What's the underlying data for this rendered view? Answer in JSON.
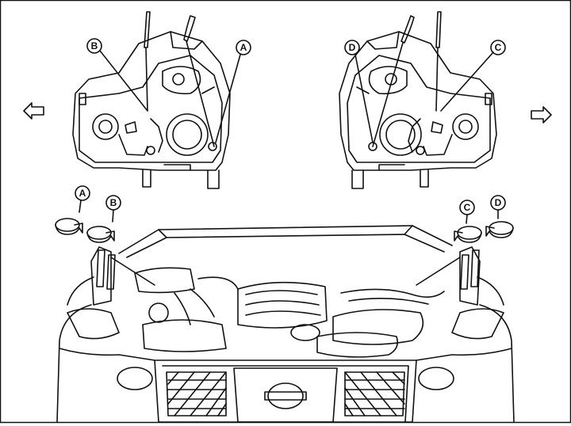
{
  "callouts": {
    "a": "A",
    "b": "B",
    "c": "C",
    "d": "D"
  },
  "icons": {
    "arrow_left": "outline-arrow-left-icon",
    "arrow_right": "outline-arrow-right-icon",
    "rotate": "rotation-direction-icon",
    "screwdriver": "screwdriver-icon",
    "headlamp": "headlamp-assembly-icon",
    "vehicle": "vehicle-front-engine-bay-icon"
  },
  "colors": {
    "line": "#111111",
    "background": "#ffffff"
  }
}
